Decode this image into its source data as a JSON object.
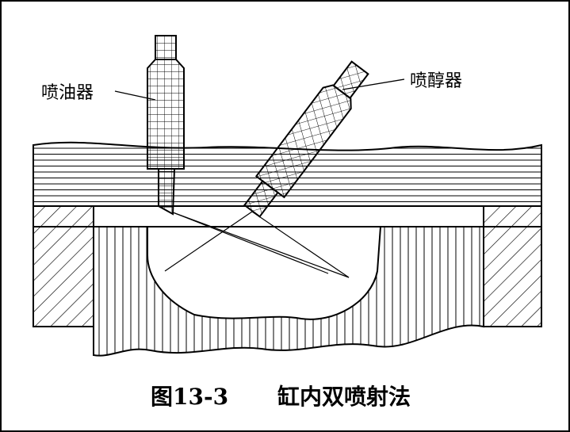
{
  "labels": {
    "fuel_injector": "喷油器",
    "alcohol_injector": "喷醇器"
  },
  "caption": {
    "figure_number": "图13-3",
    "title": "缸内双喷射法"
  },
  "colors": {
    "line": "#000000",
    "background": "#ffffff"
  }
}
